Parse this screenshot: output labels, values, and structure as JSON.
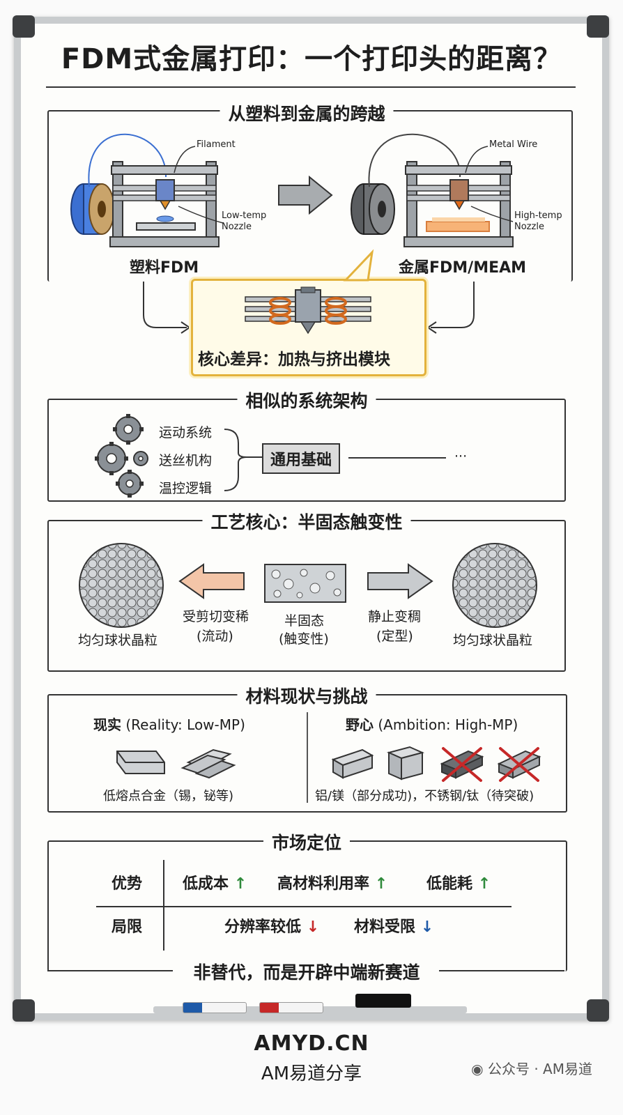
{
  "title": "FDM式金属打印：一个打印头的距离？",
  "section1": {
    "title": "从塑料到金属的跨越",
    "left_callout_top": "Filament",
    "left_callout_bottom": "Low-temp\nNozzle",
    "left_label": "塑料FDM",
    "right_callout_top": "Metal Wire",
    "right_callout_bottom": "High-temp\nNozzle",
    "right_label": "金属FDM/MEAM",
    "core_label": "核心差异：加热与挤出模块"
  },
  "section2": {
    "title": "相似的系统架构",
    "items": [
      "运动系统",
      "送丝机构",
      "温控逻辑"
    ],
    "basis": "通用基础",
    "ellipsis": "···"
  },
  "section3": {
    "title": "工艺核心：半固态触变性",
    "left_grain": "均匀球状晶粒",
    "right_grain": "均匀球状晶粒",
    "left_arrow_line1": "受剪切变稀",
    "left_arrow_line2": "(流动)",
    "center_line1": "半固态",
    "center_line2": "(触变性)",
    "right_arrow_line1": "静止变稠",
    "right_arrow_line2": "(定型)"
  },
  "section4": {
    "title": "材料现状与挑战",
    "reality_head": "现实",
    "reality_sub": "(Reality: Low-MP)",
    "reality_caption": "低熔点合金（锡，铋等)",
    "ambition_head": "野心",
    "ambition_sub": "(Ambition: High-MP)",
    "ambition_caption": "铝/镁（部分成功)，不锈钢/钛（待突破)"
  },
  "section5": {
    "title": "市场定位",
    "row1_head": "优势",
    "row1_items": [
      "低成本",
      "高材料利用率",
      "低能耗"
    ],
    "row2_head": "局限",
    "row2_items": [
      "分辨率较低",
      "材料受限"
    ],
    "arrow_up": "↑",
    "arrow_down": "↓",
    "conclusion": "非替代，而是开辟中端新赛道"
  },
  "footer": {
    "site": "AMYD.CN",
    "brand": "AM易道分享",
    "watermark": "公众号 · AM易道"
  },
  "colors": {
    "callout_border": "#e3b23c",
    "up_arrow": "#2f8a3b",
    "down_red": "#c62828",
    "down_blue": "#1e5aa8",
    "coil": "#d2691e",
    "plastic_spool": "#3b6fd1"
  }
}
